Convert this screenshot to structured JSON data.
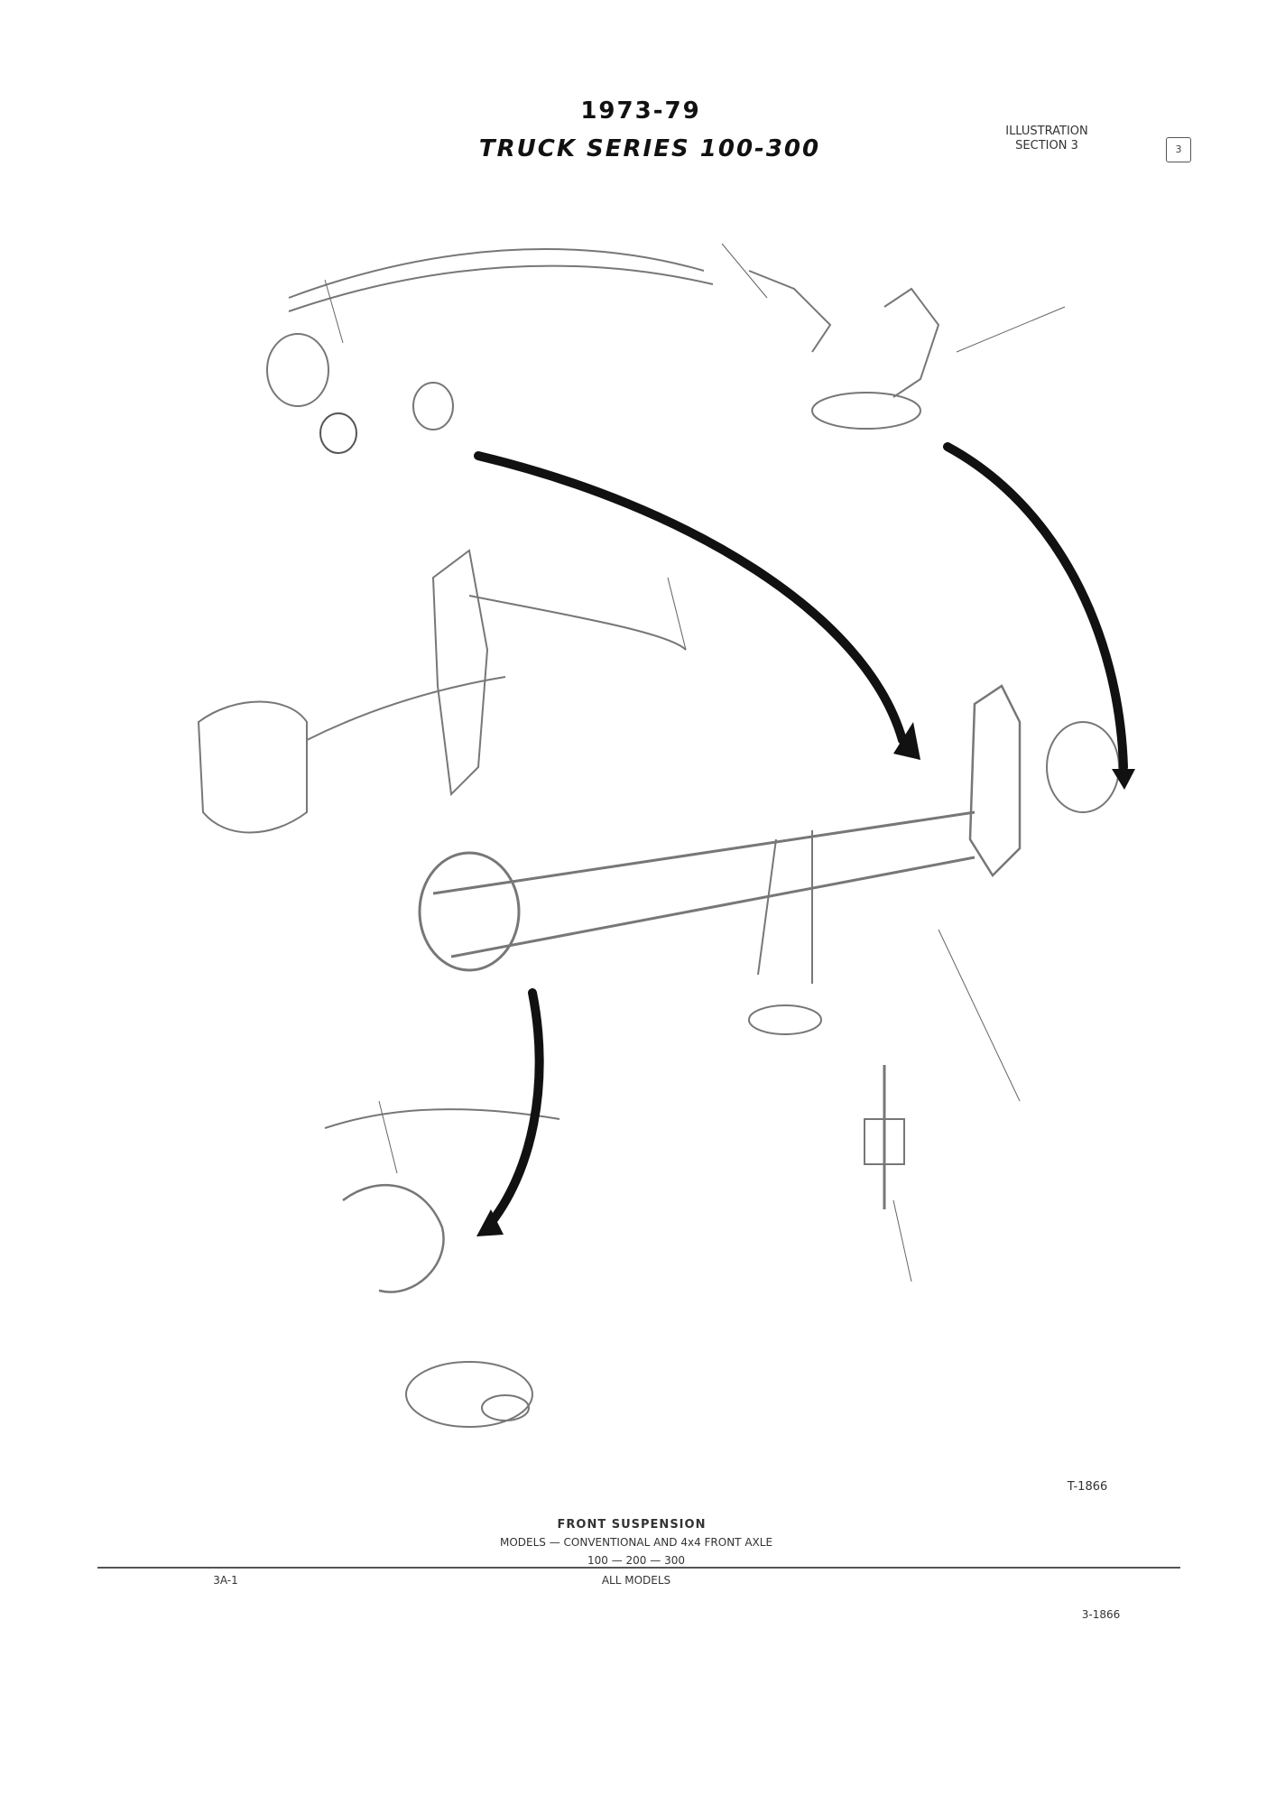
{
  "header": {
    "year": "1973-79",
    "series": "TRUCK SERIES 100-300",
    "right_line1": "ILLUSTRATION",
    "right_line2": "SECTION 3",
    "page_marker": "3"
  },
  "footer": {
    "ref_code": "T-1866",
    "title": "FRONT SUSPENSION",
    "line1": "MODELS — CONVENTIONAL AND 4x4 FRONT AXLE",
    "line2": "100 — 200 — 300",
    "line3": "ALL MODELS",
    "line4": "",
    "left_code": "3A-1",
    "right_code": "3-1866"
  },
  "colors": {
    "line": "#444444",
    "arrow": "#111111",
    "paper": "#ffffff"
  }
}
